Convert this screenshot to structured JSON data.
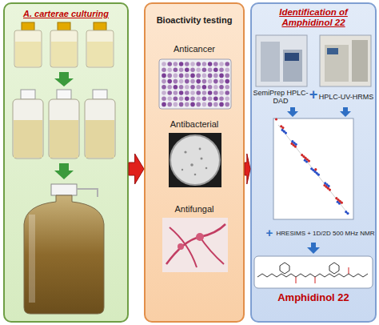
{
  "diagram": {
    "nodes": [
      {
        "text": [
          "A. carterae culturing"
        ]
      },
      {
        "text": [
          "Bioactivity testing"
        ]
      },
      {
        "text": [
          "Identification of Amphidinol 22"
        ]
      }
    ],
    "edges": [
      {
        "from": 0,
        "to": 1,
        "arrow": "to"
      },
      {
        "from": 1,
        "to": 2,
        "arrow": "to"
      }
    ],
    "labels": [
      "Anticancer",
      "Antibacterial",
      "Antifungal",
      "SemiPrep HPLC-DAD",
      "+",
      "HPLC-UV-HRMS",
      "+",
      "HRESIMS + 1D/2D 500 MHz NMR",
      "Amphidinol 22"
    ]
  }
}
